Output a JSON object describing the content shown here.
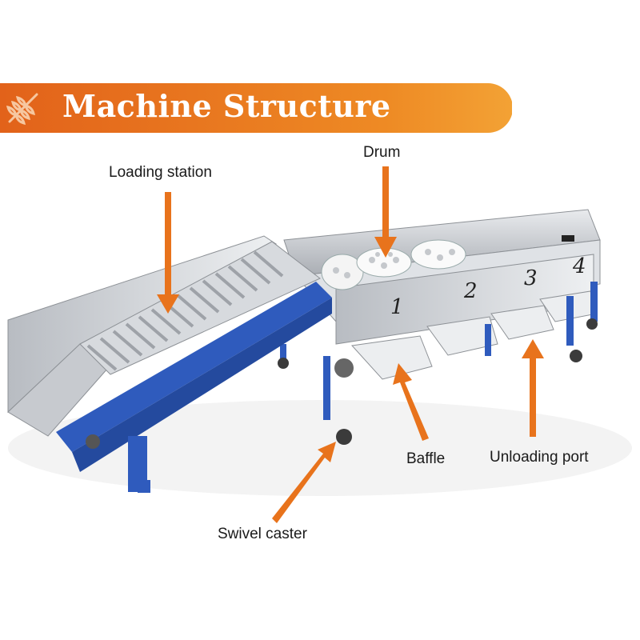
{
  "header": {
    "title": "Machine Structure",
    "accent_color": "#e8731c",
    "icon": "wheat-icon"
  },
  "colors": {
    "frame": "#2f5bbd",
    "steel": "#c9ccd0",
    "arrow": "#e8731c"
  },
  "callouts": {
    "loading_station": "Loading station",
    "drum": "Drum",
    "baffle": "Baffle",
    "unloading_port": "Unloading port",
    "swivel_caster": "Swivel caster"
  },
  "grade_numbers": [
    "1",
    "2",
    "3",
    "4"
  ]
}
